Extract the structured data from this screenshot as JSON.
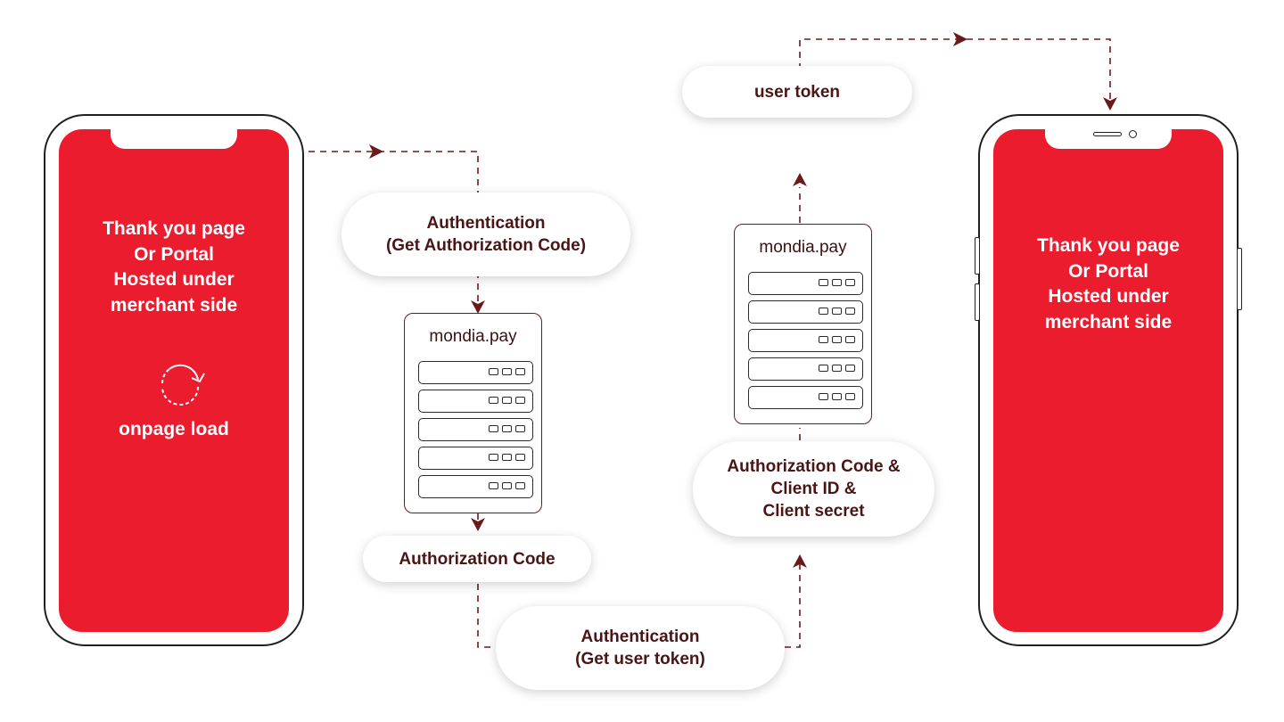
{
  "left_phone": {
    "text_lines": [
      "Thank you page",
      "Or Portal",
      "Hosted under",
      "merchant side"
    ],
    "icon": "reload-icon",
    "action_label": "onpage load"
  },
  "right_phone": {
    "text_lines": [
      "Thank you page",
      "Or Portal",
      "Hosted under",
      "merchant side"
    ]
  },
  "steps": {
    "auth_code_request": [
      "Authentication",
      "(Get Authorization Code)"
    ],
    "auth_code_result": "Authorization Code",
    "token_request": [
      "Authentication",
      "(Get user token)"
    ],
    "token_inputs": [
      "Authorization Code &",
      "Client ID &",
      "Client secret"
    ],
    "token_result": "user token"
  },
  "servers": {
    "server_one": {
      "title": "mondia.pay",
      "rack_count": 5
    },
    "server_two": {
      "title": "mondia.pay",
      "rack_count": 5
    }
  },
  "colors": {
    "phone_screen": "#ec1c2f",
    "arrow": "#6b1a1c",
    "label_text": "#4a1516"
  }
}
